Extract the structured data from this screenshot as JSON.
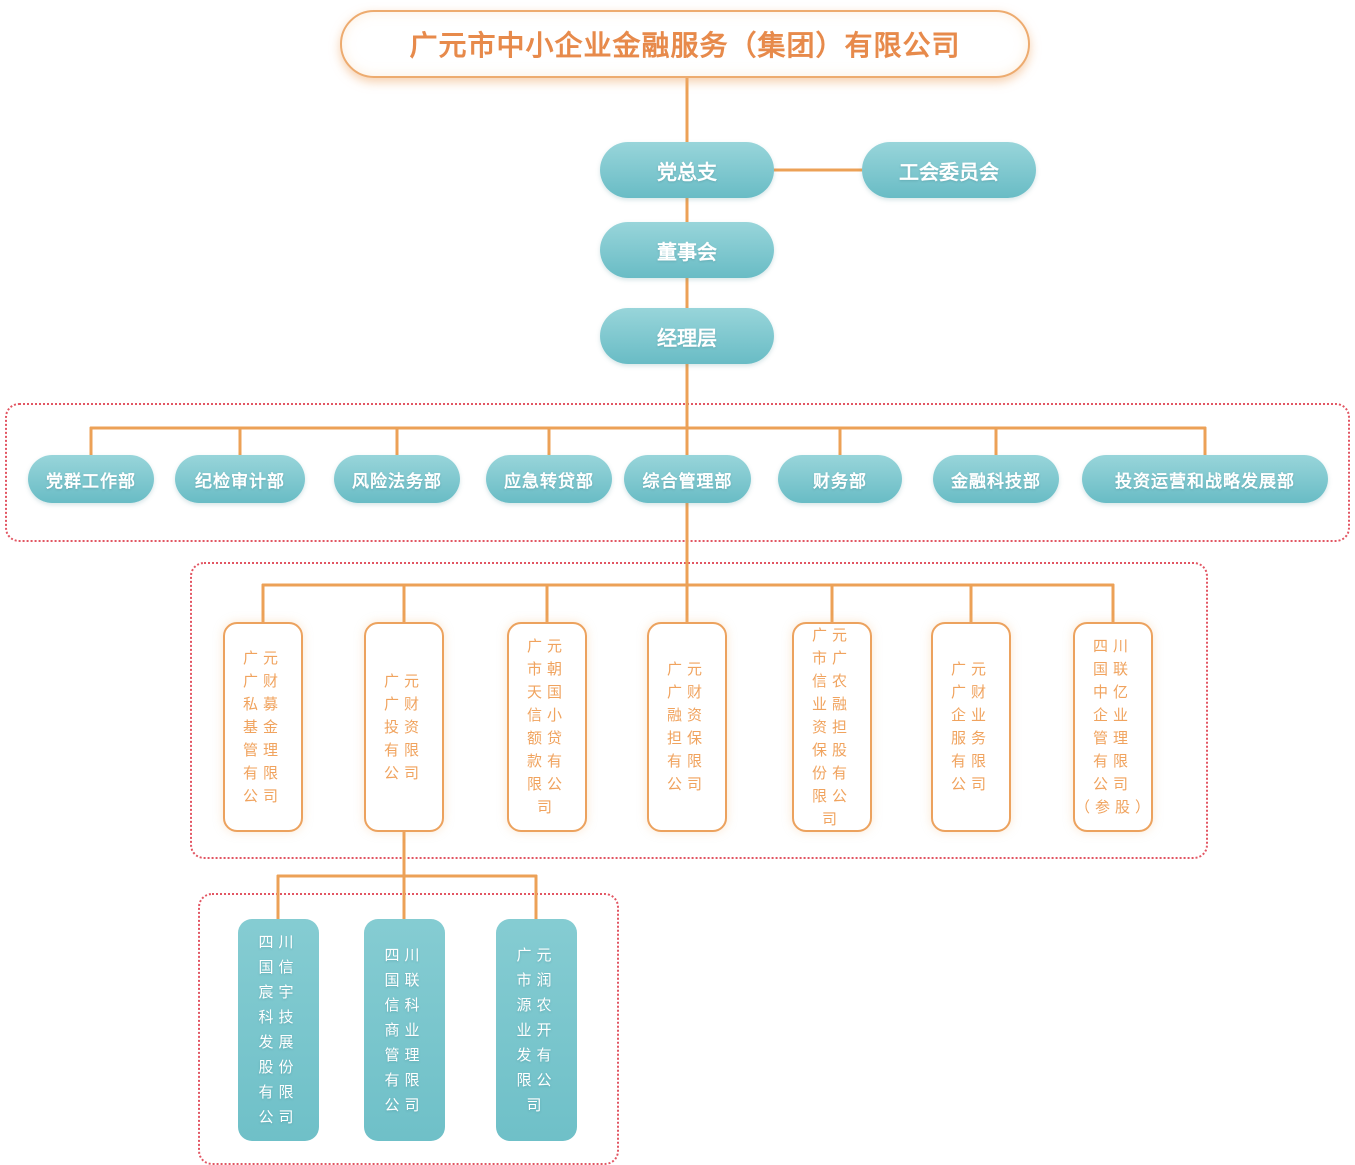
{
  "colors": {
    "line-orange": "#ECA157",
    "border-orange": "#ECA25E",
    "orange-text": "#E78A4B",
    "orange-text-light": "#F0A35E",
    "teal-top": "#98D5DA",
    "teal-bottom": "#69BCC5",
    "teal-flat-top": "#85CCD2",
    "teal-flat-bottom": "#6FC0C8",
    "dashed-red": "#E25663",
    "node-text": "#FFFFFF",
    "bg": "#FFFFFF"
  },
  "org": {
    "root": {
      "label": "广元市中小企业金融服务（集团）有限公司"
    },
    "governance": {
      "party": {
        "label": "党总支"
      },
      "union": {
        "label": "工会委员会"
      },
      "board": {
        "label": "董事会"
      },
      "management": {
        "label": "经理层"
      }
    },
    "departments": [
      {
        "label": "党群工作部"
      },
      {
        "label": "纪检审计部"
      },
      {
        "label": "风险法务部"
      },
      {
        "label": "应急转贷部"
      },
      {
        "label": "综合管理部"
      },
      {
        "label": "财务部"
      },
      {
        "label": "金融科技部"
      },
      {
        "label": "投资运营和战略发展部"
      }
    ],
    "subsidiaries": [
      {
        "name": "广元广财私募基金管理有限公司",
        "display": "广元\n广财\n私募\n基金\n管理\n有限\n公司"
      },
      {
        "name": "广元广财投资有限公司",
        "display": "广元\n广财\n投资\n有限\n公司"
      },
      {
        "name": "广元市朝天国信小额贷款有限公司",
        "display": "广元\n市朝\n天国\n信小\n额贷\n款有\n限公\n司"
      },
      {
        "name": "广元广财融资担保有限公司",
        "display": "广元\n广财\n融资\n担保\n有限\n公司"
      },
      {
        "name": "广元市广信农业融资担保股份有限公司",
        "display": "广元\n市广\n信农\n业融\n资担\n保股\n份有\n限公\n司"
      },
      {
        "name": "广元广财企业服务有限公司",
        "display": "广元\n广财\n企业\n服务\n有限\n公司"
      },
      {
        "name": "四川国联中亿企业管理有限公司（参股）",
        "display": "四川\n国联\n中亿\n企业\n管理\n有限\n公司\n（参股）"
      }
    ],
    "sub_subsidiaries": [
      {
        "name": "四川国信宸宇科技发展股份有限公司",
        "display": "四川\n国信\n宸宇\n科技\n发展\n股份\n有限\n公司"
      },
      {
        "name": "四川国联信科商业管理有限公司",
        "display": "四川\n国联\n信科\n商业\n管理\n有限\n公司"
      },
      {
        "name": "广元市润源农业开发有限公司",
        "display": "广元\n市润\n源农\n业开\n发有\n限公\n司"
      }
    ]
  }
}
